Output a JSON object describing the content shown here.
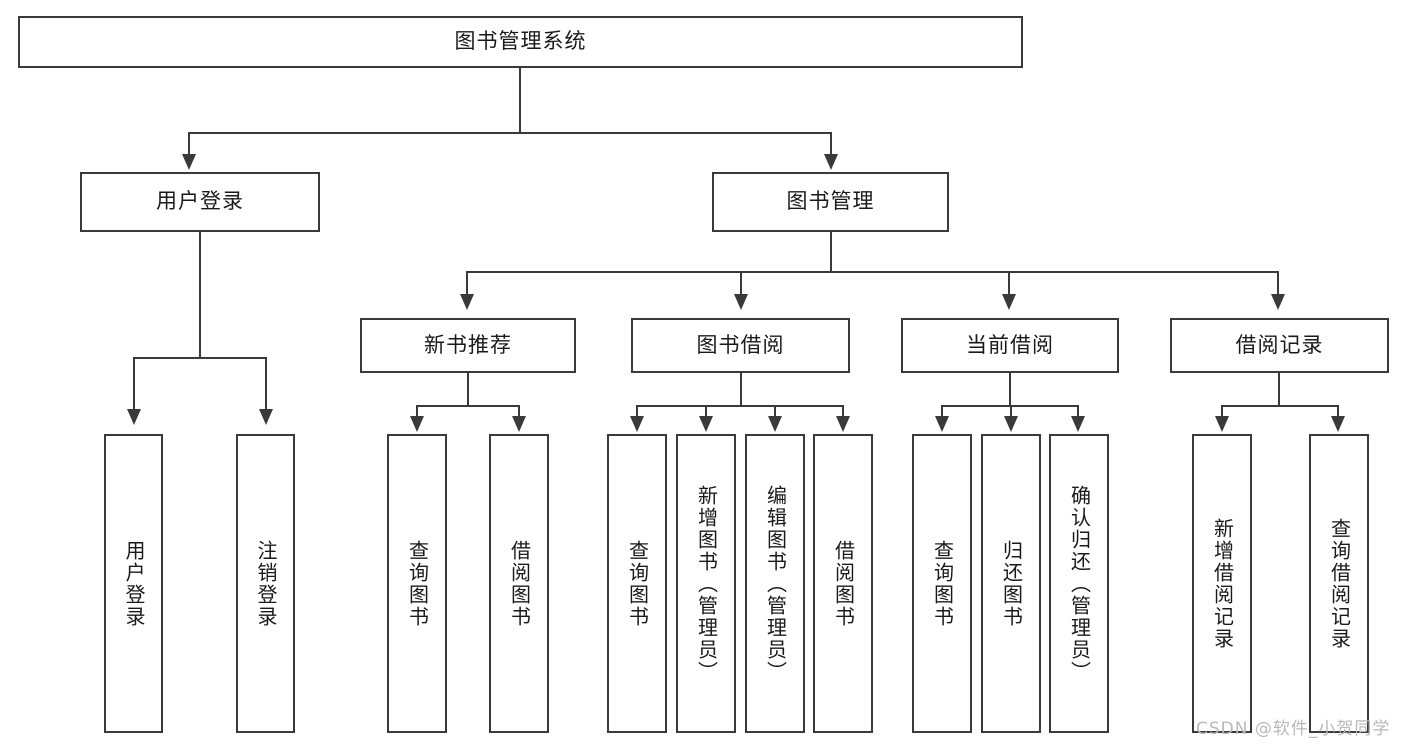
{
  "diagram": {
    "title": "图书管理系统",
    "type": "tree",
    "root": {
      "label": "图书管理系统"
    },
    "level1": [
      {
        "label": "用户登录"
      },
      {
        "label": "图书管理"
      }
    ],
    "level2": [
      {
        "label": "新书推荐"
      },
      {
        "label": "图书借阅"
      },
      {
        "label": "当前借阅"
      },
      {
        "label": "借阅记录"
      }
    ],
    "leaves": {
      "user_login": [
        {
          "label": "用户登录"
        },
        {
          "label": "注销登录"
        }
      ],
      "new_book": [
        {
          "label": "查询图书"
        },
        {
          "label": "借阅图书"
        }
      ],
      "book_borrow": [
        {
          "label": "查询图书"
        },
        {
          "label": "新增图书（管理员）"
        },
        {
          "label": "编辑图书（管理员）"
        },
        {
          "label": "借阅图书"
        }
      ],
      "current_borrow": [
        {
          "label": "查询图书"
        },
        {
          "label": "归还图书"
        },
        {
          "label": "确认归还（管理员）"
        }
      ],
      "borrow_record": [
        {
          "label": "新增借阅记录"
        },
        {
          "label": "查询借阅记录"
        }
      ]
    }
  },
  "watermark": {
    "text": "CSDN @软件_小贺同学"
  },
  "colors": {
    "stroke": "#3a3a3a",
    "background": "#ffffff",
    "text": "#1a1a1a",
    "watermark": "#b9b9b9"
  }
}
